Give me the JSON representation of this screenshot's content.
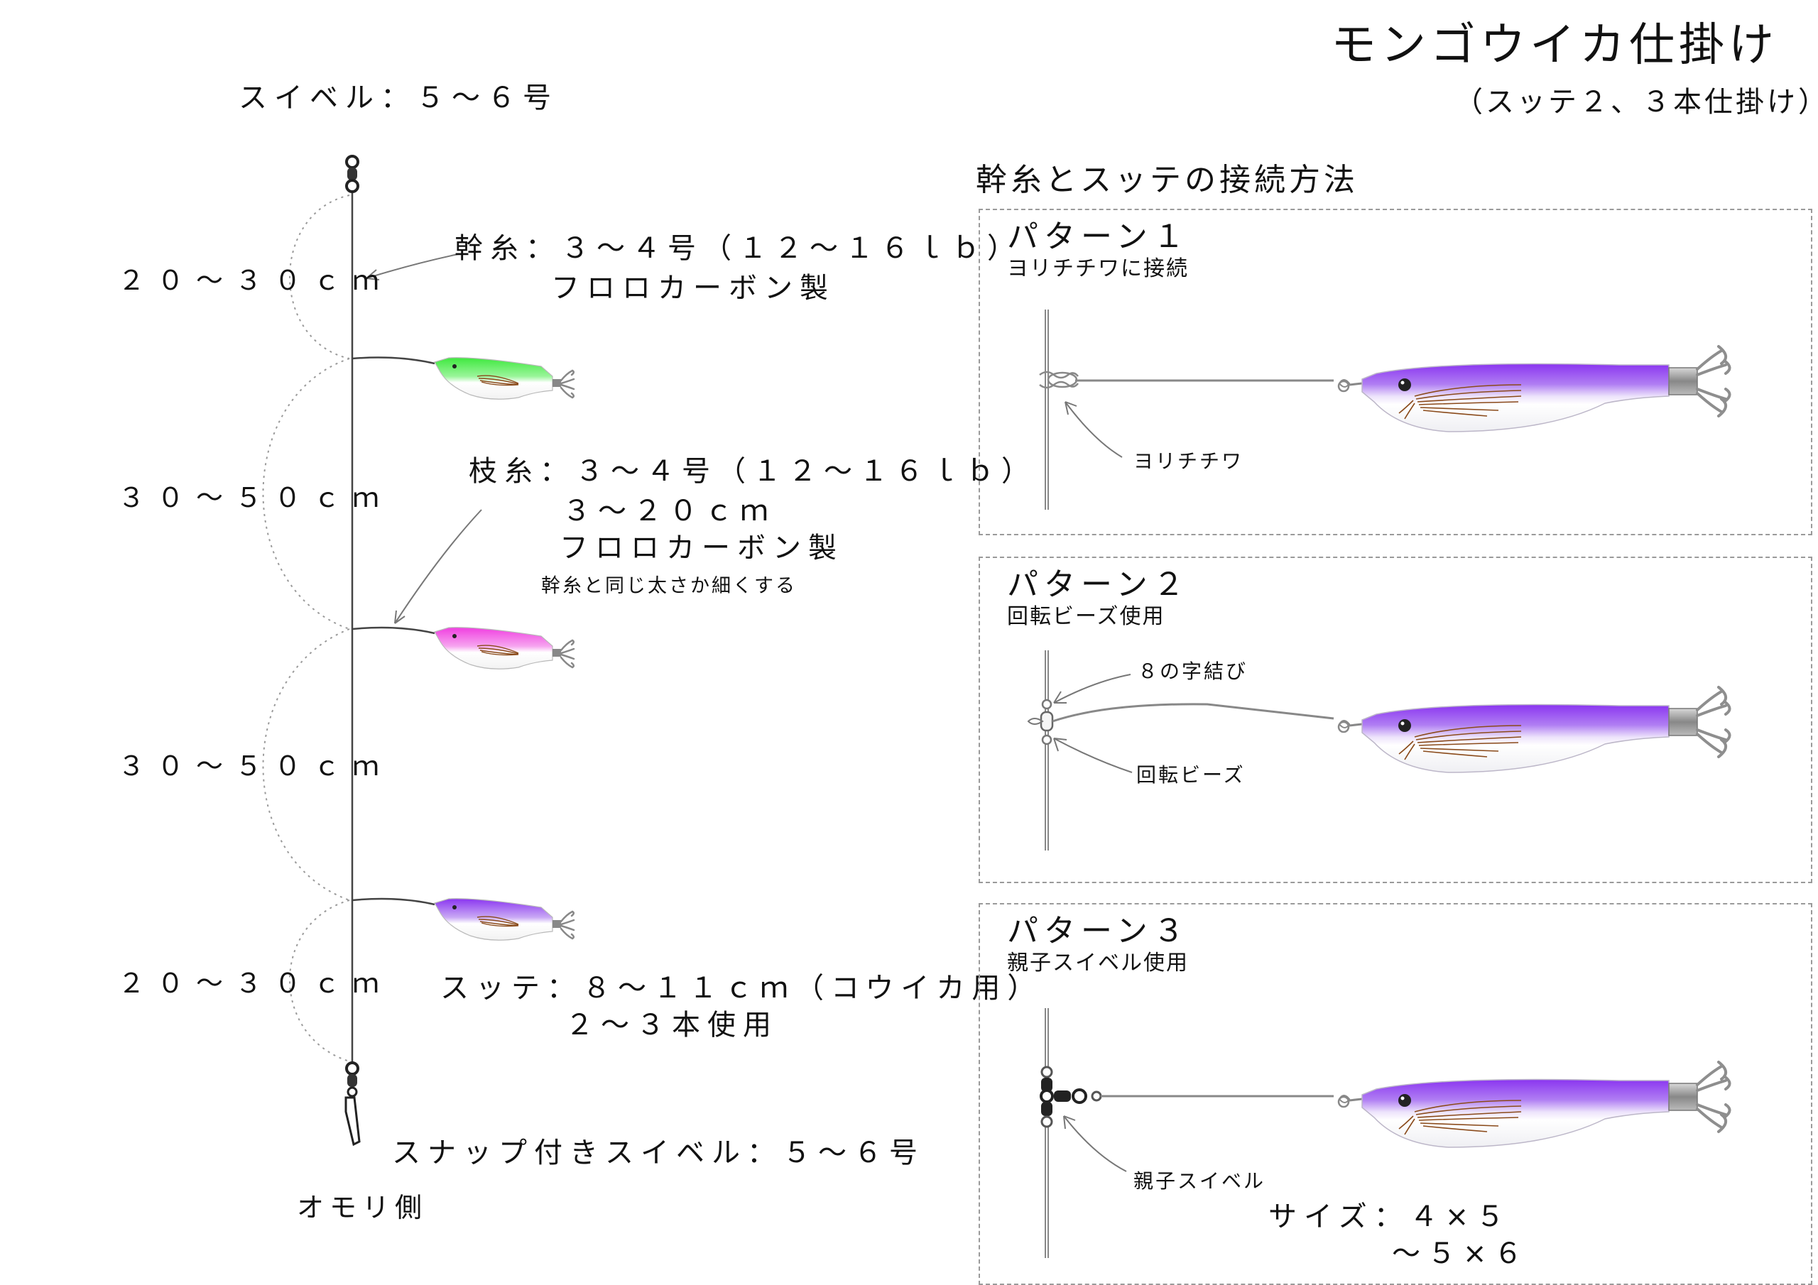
{
  "title": "モンゴウイカ仕掛け",
  "subtitle": "（スッテ２、３本仕掛け）",
  "rig": {
    "swivel_top": "スイベル：５～６号",
    "main_line": "幹糸：３～４号（１２～１６ｌｂ）",
    "main_line_material": "フロロカーボン製",
    "branch_line": "枝糸：３～４号（１２～１６ｌｂ）",
    "branch_length": "３～２０ｃｍ",
    "branch_material": "フロロカーボン製",
    "branch_note": "幹糸と同じ太さか細くする",
    "sutte": "スッテ：８～１１ｃｍ（コウイカ用）",
    "sutte_count": "２～３本使用",
    "snap_swivel": "スナップ付きスイベル：５～６号",
    "sinker_side": "オモリ側",
    "distances": [
      "２０～３０ｃｍ",
      "３０～５０ｃｍ",
      "３０～５０ｃｍ",
      "２０～３０ｃｍ"
    ],
    "sutte_colors": [
      "#3ee83e",
      "#f03ee0",
      "#8a35f0"
    ]
  },
  "connections": {
    "heading": "幹糸とスッテの接続方法",
    "patterns": [
      {
        "title": "パターン１",
        "subtitle": "ヨリチチワに接続",
        "labels": [
          "ヨリチチワ"
        ]
      },
      {
        "title": "パターン２",
        "subtitle": "回転ビーズ使用",
        "labels": [
          "８の字結び",
          "回転ビーズ"
        ]
      },
      {
        "title": "パターン３",
        "subtitle": "親子スイベル使用",
        "labels": [
          "親子スイベル"
        ],
        "size_line1": "サイズ：４×５",
        "size_line2": "～５×６"
      }
    ],
    "jig_color": "#8a35f0"
  }
}
